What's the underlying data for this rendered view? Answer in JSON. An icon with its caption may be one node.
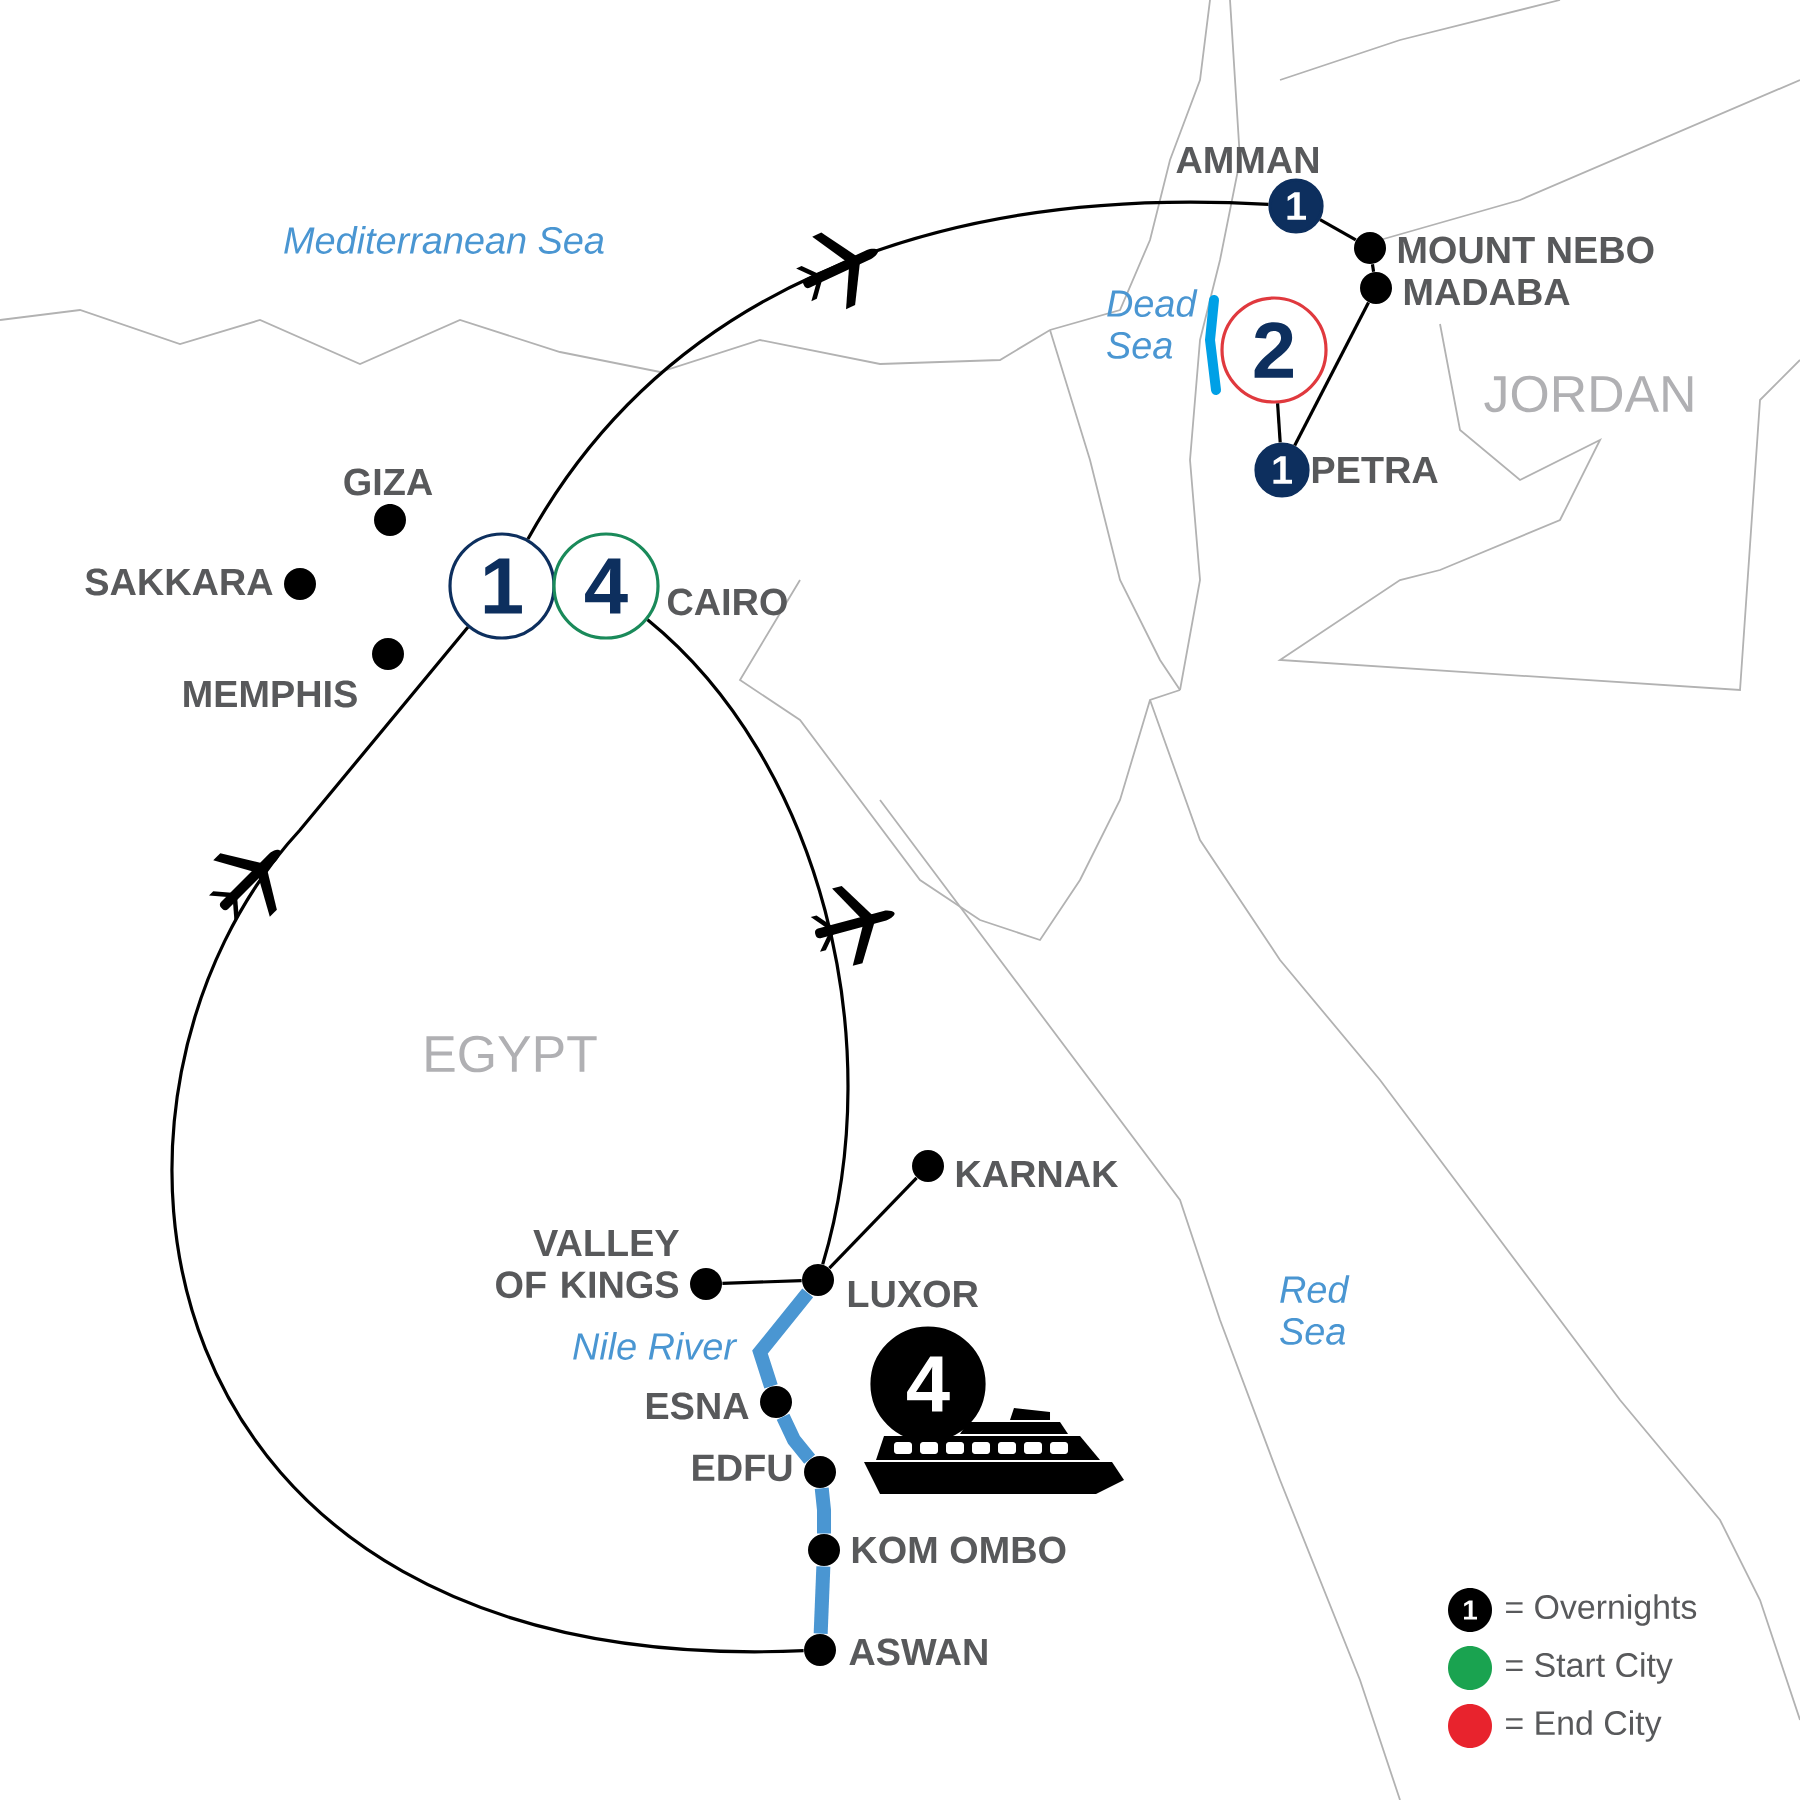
{
  "diagram": {
    "nodes": [
      {
        "text": [
          "1"
        ],
        "beside": [
          "AMMAN"
        ]
      },
      {
        "text": [],
        "shape": "circle",
        "beside": [
          "MOUNT NEBO"
        ]
      },
      {
        "text": [],
        "shape": "circle",
        "beside": [
          "MADABA"
        ]
      },
      {
        "text": [
          "2"
        ]
      },
      {
        "text": [
          "1"
        ],
        "beside": [
          "PETRA"
        ]
      },
      {
        "text": [],
        "shape": "circle",
        "beside": [
          "GIZA"
        ]
      },
      {
        "text": [],
        "shape": "circle",
        "beside": [
          "SAKKARA"
        ]
      },
      {
        "text": [
          "1"
        ]
      },
      {
        "text": [
          "4"
        ],
        "beside": [
          "CAIRO"
        ]
      },
      {
        "text": [],
        "shape": "circle",
        "beside": [
          "MEMPHIS"
        ]
      },
      {
        "text": [],
        "shape": "circle",
        "beside": [
          "KARNAK"
        ]
      },
      {
        "text": [],
        "shape": "circle",
        "beside": [
          "VALLEY OF KINGS"
        ]
      },
      {
        "text": [],
        "shape": "circle",
        "beside": [
          "LUXOR"
        ]
      },
      {
        "text": [
          "4"
        ]
      },
      {
        "text": [],
        "shape": "circle",
        "beside": [
          "ESNA"
        ]
      },
      {
        "text": [],
        "shape": "circle",
        "beside": [
          "EDFU"
        ]
      },
      {
        "text": [],
        "shape": "circle",
        "beside": [
          "KOM OMBO"
        ]
      },
      {
        "text": [],
        "shape": "circle",
        "beside": [
          "ASWAN"
        ]
      }
    ],
    "edges": [
      {
        "from": 7,
        "to": 0,
        "arrow": "none"
      },
      {
        "from": 0,
        "to": 1,
        "arrow": "none"
      },
      {
        "from": 1,
        "to": 2,
        "arrow": "none"
      },
      {
        "from": 2,
        "to": 4,
        "arrow": "none"
      },
      {
        "from": 4,
        "to": 3,
        "arrow": "none"
      },
      {
        "from": 7,
        "to": 17,
        "arrow": "none"
      },
      {
        "from": 8,
        "to": 12,
        "arrow": "none"
      },
      {
        "from": 12,
        "to": 10,
        "arrow": "none"
      },
      {
        "from": 11,
        "to": 12,
        "arrow": "none"
      },
      {
        "from": 12,
        "to": 14,
        "arrow": "none",
        "style": "thick",
        "color": "#4a96d2"
      },
      {
        "from": 14,
        "to": 15,
        "arrow": "none",
        "style": "thick",
        "color": "#4a96d2"
      },
      {
        "from": 15,
        "to": 16,
        "arrow": "none",
        "style": "thick",
        "color": "#4a96d2"
      },
      {
        "from": 16,
        "to": 17,
        "arrow": "none",
        "style": "thick",
        "color": "#4a96d2"
      }
    ],
    "labels": [
      "Mediterranean Sea",
      "Dead Sea",
      "JORDAN",
      "EGYPT",
      "Red Sea",
      "Nile River",
      "1"
    ],
    "legend": [
      {
        "text": "= Overnights"
      },
      {
        "text": "= Start City",
        "color": "#1aa350"
      },
      {
        "text": "= End City",
        "color": "#e8232d"
      }
    ]
  }
}
